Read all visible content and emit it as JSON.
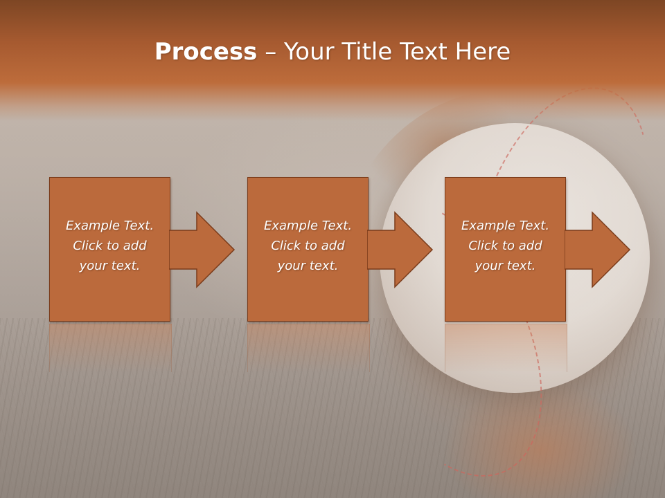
{
  "slide": {
    "title_bold": "Process",
    "title_rest": " – Your Title Text Here"
  },
  "steps": [
    {
      "line1": "Example Text.",
      "line2": "Click  to add",
      "line3": "your text."
    },
    {
      "line1": "Example Text.",
      "line2": "Click  to add",
      "line3": "your text."
    },
    {
      "line1": "Example Text.",
      "line2": "Click  to add",
      "line3": "your text."
    }
  ],
  "colors": {
    "box_fill": "#bb6a3c",
    "box_border": "#7a3b1a",
    "header_dark": "#7d4624",
    "header_light": "#bd6c3b",
    "text": "#ffffff"
  },
  "background_image": "baseball-in-glove-on-grass"
}
